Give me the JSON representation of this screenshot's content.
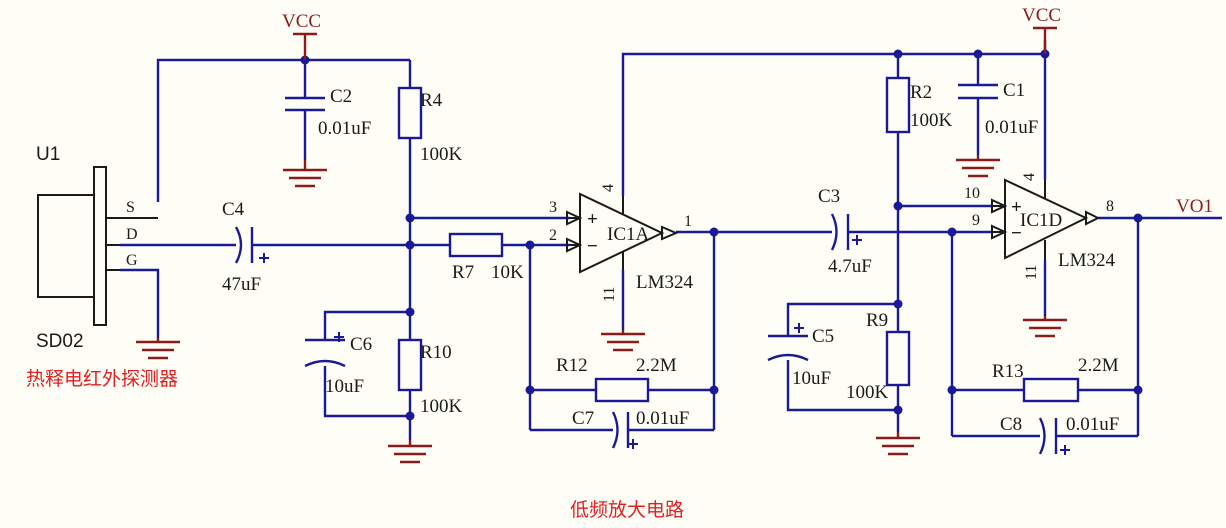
{
  "titles": {
    "sensor_caption": "热释电红外探测器",
    "circuit_caption": "低频放大电路"
  },
  "nets": {
    "vcc_left": "VCC",
    "vcc_right": "VCC",
    "output": "VO1"
  },
  "sensor": {
    "ref": "U1",
    "model": "SD02",
    "pin_s": "S",
    "pin_d": "D",
    "pin_g": "G"
  },
  "capacitors": {
    "c1": {
      "ref": "C1",
      "value": "0.01uF"
    },
    "c2": {
      "ref": "C2",
      "value": "0.01uF"
    },
    "c3": {
      "ref": "C3",
      "value": "4.7uF"
    },
    "c4": {
      "ref": "C4",
      "value": "47uF"
    },
    "c5": {
      "ref": "C5",
      "value": "10uF"
    },
    "c6": {
      "ref": "C6",
      "value": "10uF"
    },
    "c7": {
      "ref": "C7",
      "value": "0.01uF"
    },
    "c8": {
      "ref": "C8",
      "value": "0.01uF"
    }
  },
  "resistors": {
    "r2": {
      "ref": "R2",
      "value": "100K"
    },
    "r4": {
      "ref": "R4",
      "value": "100K"
    },
    "r7": {
      "ref": "R7",
      "value": "10K"
    },
    "r9": {
      "ref": "R9",
      "value": "100K"
    },
    "r10": {
      "ref": "R10",
      "value": "100K"
    },
    "r12": {
      "ref": "R12",
      "value": "2.2M"
    },
    "r13": {
      "ref": "R13",
      "value": "2.2M"
    }
  },
  "opamps": {
    "ic1a": {
      "ref": "IC1A",
      "part": "LM324",
      "pin_noninv": "3",
      "pin_inv": "2",
      "pin_out": "1",
      "pin_vcc": "4",
      "pin_gnd": "11",
      "sym_plus": "+",
      "sym_minus": "−"
    },
    "ic1d": {
      "ref": "IC1D",
      "part": "LM324",
      "pin_noninv": "10",
      "pin_inv": "9",
      "pin_out": "8",
      "pin_vcc": "4",
      "pin_gnd": "11",
      "sym_plus": "+",
      "sym_minus": "−"
    }
  },
  "colors": {
    "wire": "#1a1a99",
    "power": "#8b1a1a",
    "caption": "#e02020",
    "background": "#fffef6"
  }
}
